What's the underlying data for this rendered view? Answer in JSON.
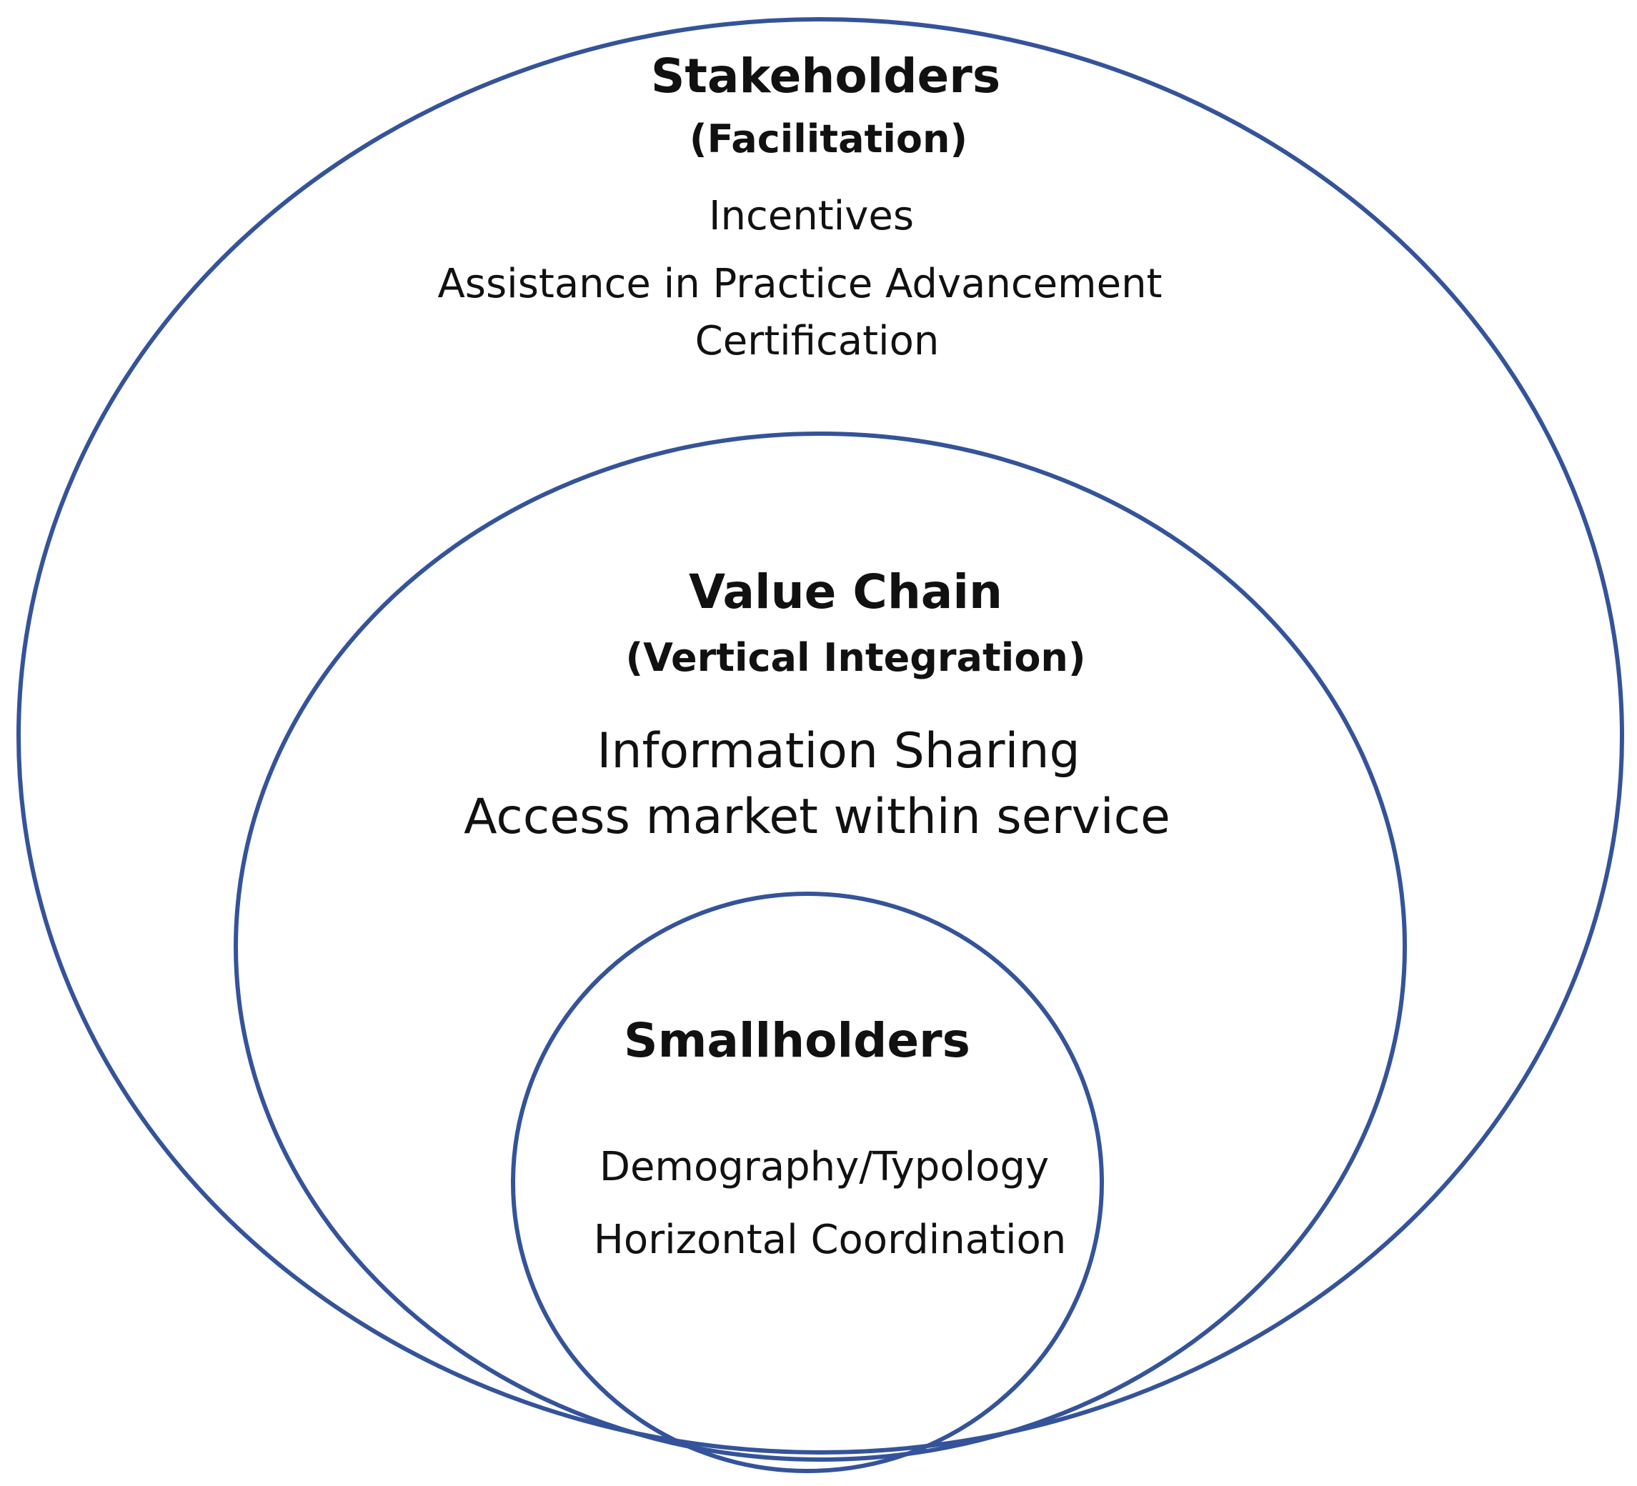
{
  "colors": {
    "ring_stroke": "#34539a",
    "text": "#111111",
    "background": "#ffffff"
  },
  "outer": {
    "title": "Stakeholders",
    "subtitle": "(Facilitation)",
    "items": [
      "Incentives",
      "Assistance in Practice Advancement",
      "Certification"
    ]
  },
  "middle": {
    "title": "Value Chain",
    "subtitle": "(Vertical Integration)",
    "items": [
      "Information Sharing",
      "Access market within service"
    ]
  },
  "inner": {
    "title": "Smallholders",
    "items": [
      "Demography/Typology",
      "Horizontal Coordination"
    ]
  }
}
